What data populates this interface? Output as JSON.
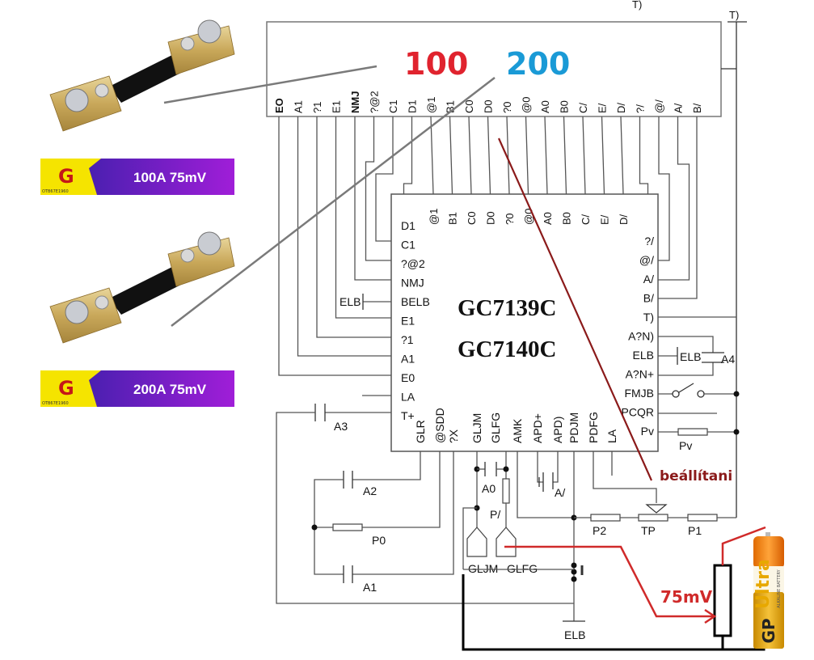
{
  "display": {
    "top_pins": [
      "EO",
      "A1",
      "?1",
      "E1",
      "NMJ",
      "?@2",
      "C1",
      "D1",
      "@1",
      "B1",
      "C0",
      "D0",
      "?0",
      "@0",
      "A0",
      "B0",
      "C/",
      "E/",
      "D/",
      "?/",
      "@/",
      "A/",
      "B/"
    ],
    "label_100": "100",
    "label_200": "200",
    "top_right_labels": [
      "T)",
      "T)"
    ]
  },
  "chip": {
    "name_line1": "GC7139C",
    "name_line2": "GC7140C",
    "top_pins": [
      "@1",
      "B1",
      "C0",
      "D0",
      "?0",
      "@0",
      "A0",
      "B0",
      "C/",
      "E/",
      "D/"
    ],
    "left_pins": [
      "D1",
      "C1",
      "?@2",
      "NMJ",
      "BELB",
      "E1",
      "?1",
      "A1",
      "E0",
      "LA",
      "T+"
    ],
    "right_pins": [
      "?/",
      "@/",
      "A/",
      "B/",
      "T)",
      "A?N)",
      "ELB",
      "A?N+",
      "FMJB",
      "PCQR",
      "Pv"
    ],
    "bottom_pins": [
      "GLR",
      "@SDD",
      "?X",
      "GLJM",
      "GLFG",
      "AMK",
      "APD+",
      "APD)",
      "PDJM",
      "PDFG",
      "LA"
    ]
  },
  "components": {
    "elb_left": "ELB",
    "elb_right": "ELB",
    "a4": "A4",
    "a3": "A3",
    "a2": "A2",
    "a1": "A1",
    "p0": "P0",
    "a0": "A0",
    "p_slash": "P/",
    "a_slash": "A/",
    "pv": "Pv",
    "p2": "P2",
    "tp": "TP",
    "p1": "P1",
    "gljm": "GLJM",
    "glfg": "GLFG",
    "elb_ground": "ELB"
  },
  "annotations": {
    "adjust": "beállítani",
    "mv": "75mV",
    "accent_red": "#e0232e",
    "accent_blue": "#1a9ad6",
    "wire_red": "#d02a2a",
    "dark_red": "#8b1a1a"
  },
  "products": [
    {
      "badge": "100A 75mV",
      "logo_text": "G",
      "logo_sub": "OTB67E1960"
    },
    {
      "badge": "200A 75mV",
      "logo_text": "G",
      "logo_sub": "OTB67E1960"
    }
  ],
  "battery": {
    "brand": "GP",
    "model": "Ultra",
    "sub": "ALKALINE BATTERY"
  }
}
